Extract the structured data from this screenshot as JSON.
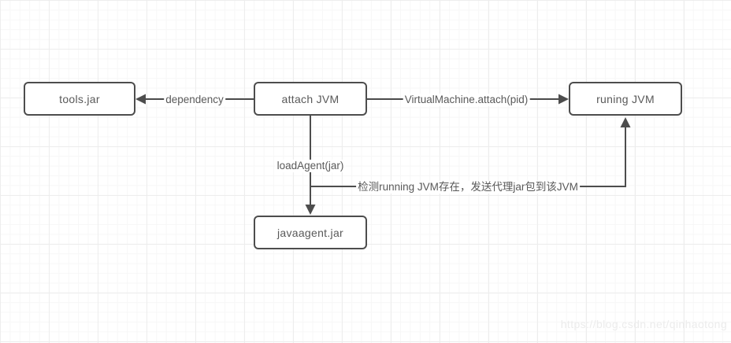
{
  "diagram": {
    "nodes": [
      {
        "id": "tools_jar",
        "label": "tools.jar"
      },
      {
        "id": "attach_jvm",
        "label": "attach JVM"
      },
      {
        "id": "runing_jvm",
        "label": "runing JVM"
      },
      {
        "id": "javaagent_jar",
        "label": "javaagent.jar"
      }
    ],
    "edges": [
      {
        "from": "attach_jvm",
        "to": "tools_jar",
        "label": "dependency"
      },
      {
        "from": "attach_jvm",
        "to": "runing_jvm",
        "label": "VirtualMachine.attach(pid)"
      },
      {
        "from": "attach_jvm",
        "to": "javaagent_jar",
        "label": "loadAgent(jar)"
      },
      {
        "from": "attach_jvm",
        "to": "runing_jvm",
        "label": "检测running JVM存在，发送代理jar包到该JVM"
      }
    ],
    "colors": {
      "node_border": "#4d4d4d",
      "node_fill": "#ffffff",
      "arrow_stroke": "#4d4d4d",
      "text": "#595959",
      "grid_major": "#ededed",
      "grid_minor": "#f7f7f7",
      "watermark": "#ececec"
    },
    "watermark": "https://blog.csdn.net/qinhaotong"
  }
}
